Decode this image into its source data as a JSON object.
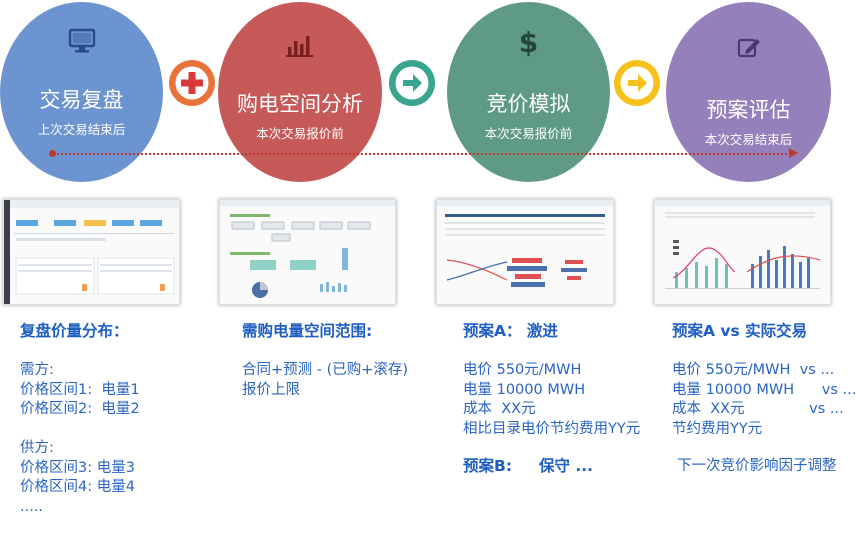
{
  "stages": [
    {
      "title": "交易复盘",
      "subtitle": "上次交易结束后",
      "color": "#6b94d0",
      "icon": "monitor-icon"
    },
    {
      "title": "购电空间分析",
      "subtitle": "本次交易报价前",
      "color": "#c55a59",
      "icon": "bar-chart-icon"
    },
    {
      "title": "竞价模拟",
      "subtitle": "本次交易报价前",
      "color": "#5f9a85",
      "icon": "dollar-icon"
    },
    {
      "title": "预案评估",
      "subtitle": "本次交易结束后",
      "color": "#9580bb",
      "icon": "edit-icon"
    }
  ],
  "connectors": [
    {
      "icon": "plus-icon",
      "color": "#e8743b"
    },
    {
      "icon": "arrow-right-icon",
      "color": "#3aa58e"
    },
    {
      "icon": "arrow-right-icon",
      "color": "#f5c11a"
    }
  ],
  "columns": [
    {
      "heading": "复盘价量分布：",
      "lines": [
        "",
        "需方:",
        "价格区间1:  电量1",
        "价格区间2:  电量2",
        "",
        "供方:",
        "价格区间3: 电量3",
        "价格区间4: 电量4",
        "....."
      ]
    },
    {
      "heading": "需购电量空间范围:",
      "lines": [
        "",
        "合同+预测 - (已购+滚存)",
        "报价上限"
      ]
    },
    {
      "heading": "预案A：  激进",
      "lines": [
        "",
        "电价 550元/MWH",
        "电量 10000 MWH",
        "成本  XX元",
        "相比目录电价节约费用YY元"
      ],
      "heading2": "预案B:     保守 ..."
    },
    {
      "heading": "预案A vs 实际交易",
      "lines": [
        "",
        "电价 550元/MWH  vs ...",
        "电量 10000 MWH      vs ...",
        "成本  XX元              vs ...",
        "节约费用YY元"
      ],
      "footer": "下一次竞价影响因子调整"
    }
  ]
}
